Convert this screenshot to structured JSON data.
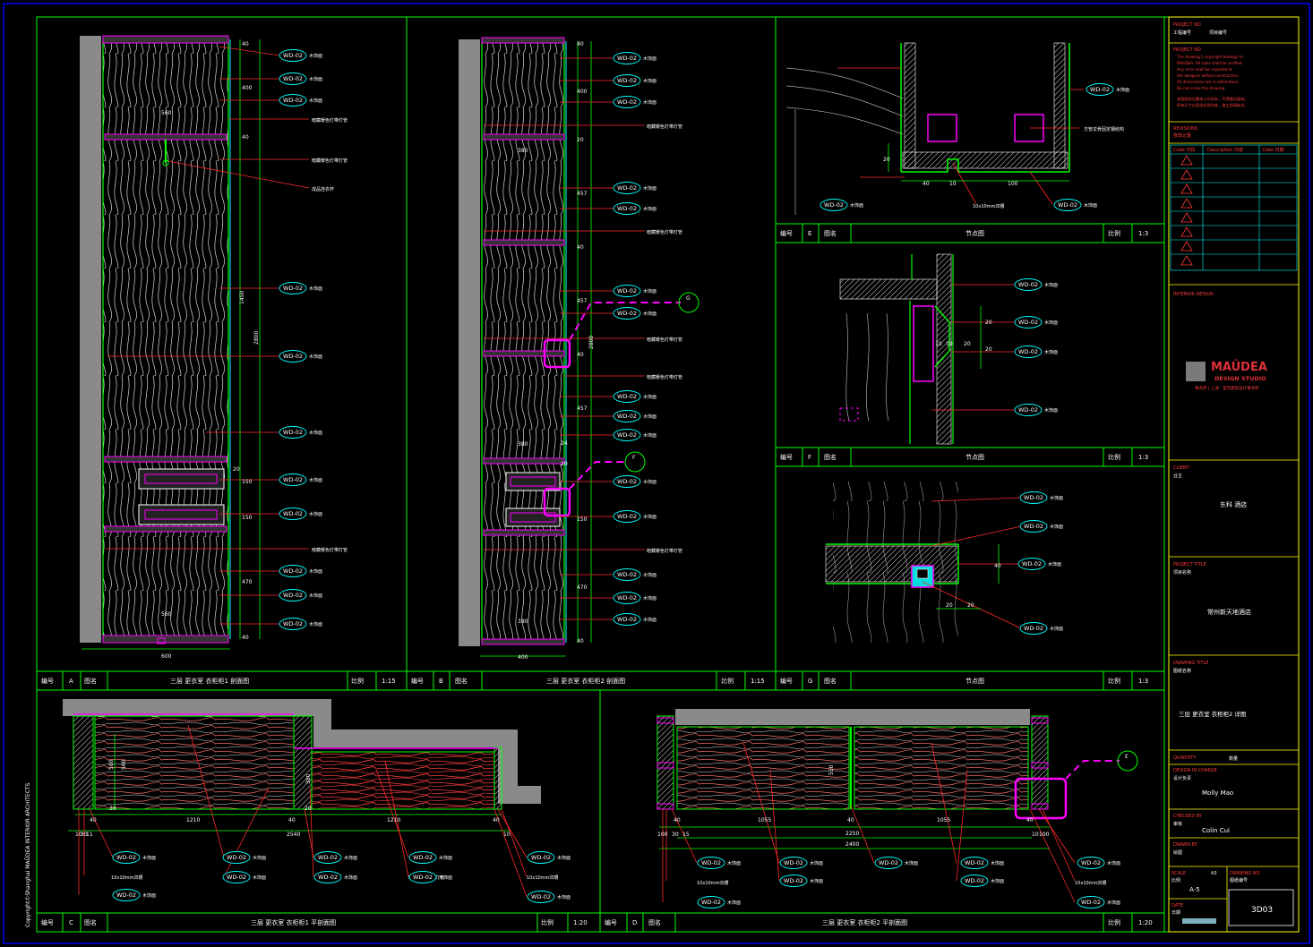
{
  "title_block": {
    "project_no_label": "PROJECT NO",
    "project_no_sub": "工程编号",
    "project_no_value": "项目编号",
    "notes_label": "PROJECT NO",
    "notes_lines": [
      "The drawing's copyright belongs to",
      "MAUDEA. All sizes shall be verified.",
      "Any error shall be reported to",
      "the designer before construction.",
      "All dimensions are in millimeters.",
      "Do not scale this drawing.",
      "本图版权归属本公司所有，不得擅自复制。",
      "所有尺寸以现场实测为准，施工前请核对。"
    ],
    "revision_label": "REVISIONS",
    "revision_sub": "修改记录",
    "rev_cols": [
      "Code 代码",
      "Description 内容",
      "Date 日期"
    ],
    "rev_rows": 8,
    "interior_label": "INTERIOR DESIGN",
    "logo_main": "MAÛDEA",
    "logo_sub": "DESIGN STUDIO",
    "logo_caption": "事务所 | 上海 · 室内建筑设计事务所",
    "client_label": "CLIENT",
    "client_sub": "业主",
    "client_value": "东科 酒店",
    "project_title_label": "PROJECT TITLE",
    "project_title_sub": "项目名称",
    "project_title_value": "常州新天地酒店",
    "drawing_title_label": "DRAWING TITLE",
    "drawing_title_sub": "图纸名称",
    "drawing_title_value": "三层 更衣室 衣柜柜2 详图",
    "quantity_label": "QUANTITY",
    "quantity_value": "数量",
    "designer_label": "DESIGN IN CHARGE",
    "designer_sub": "设计负责",
    "designer_value": "Molly Mao",
    "checked_label": "CHECKED BY",
    "checked_sub": "审核",
    "checked_value": "Colin Cui",
    "drawn_label": "DRAWN BY",
    "drawn_sub": "绘图",
    "scale_label": "SCALE",
    "scale_sub": "比例",
    "scale_a": "A3",
    "scale_value": "A-5",
    "drawing_no_label": "DRAWING NO",
    "drawing_no_sub": "图纸编号",
    "drawing_no_value": "3D03",
    "date_label": "DATE",
    "date_sub": "日期"
  },
  "panels": [
    {
      "code": "A",
      "title": "三层 更衣室 衣柜柜1 剖面图",
      "scale": "1:15"
    },
    {
      "code": "B",
      "title": "三层 更衣室 衣柜柜2 剖面图",
      "scale": "1:15"
    },
    {
      "code": "E",
      "title": "节点图",
      "scale": "1:3"
    },
    {
      "code": "F",
      "title": "节点图",
      "scale": "1:3"
    },
    {
      "code": "G",
      "title": "节点图",
      "scale": "1:3"
    },
    {
      "code": "C",
      "title": "三层 更衣室 衣柜柜1 平剖面图",
      "scale": "1:20"
    },
    {
      "code": "D",
      "title": "三层 更衣室 衣柜柜2 平剖面图",
      "scale": "1:20"
    }
  ],
  "panel_labels": {
    "no": "编号",
    "name": "图名",
    "scale": "比例"
  },
  "tags": {
    "wd": "WD-02",
    "wd_desc": "木饰面",
    "led": "暗藏暖色灯带灯管",
    "rod": "成品挂衣杆",
    "groove": "10x10mm凹槽",
    "steel": "方管龙骨固定钢结构",
    "groove2": "10x10mm凹槽"
  },
  "dims": {
    "a": [
      "40",
      "400",
      "40",
      "1450",
      "2800",
      "150",
      "150",
      "470",
      "40",
      "20",
      "560",
      "560",
      "600"
    ],
    "b": [
      "40",
      "400",
      "20",
      "457",
      "40",
      "457",
      "40",
      "457",
      "24",
      "20",
      "150",
      "470",
      "40",
      "380",
      "380",
      "380",
      "400",
      "2800"
    ],
    "e": [
      "40",
      "10",
      "100",
      "20"
    ],
    "f": [
      "20",
      "20",
      "20",
      "10",
      "10"
    ],
    "g": [
      "20",
      "20",
      "40"
    ],
    "c": [
      "10",
      "30",
      "11",
      "40",
      "1210",
      "40",
      "1210",
      "40",
      "10",
      "2540",
      "580",
      "560",
      "380",
      "20",
      "30"
    ],
    "d": [
      "40",
      "100",
      "30",
      "15",
      "1055",
      "40",
      "1055",
      "40",
      "10",
      "100",
      "2250",
      "2400",
      "550"
    ]
  },
  "callouts": {
    "g": "G",
    "f": "F",
    "e": "E"
  },
  "copyright": "Copyright©Shanghai MAÛDEA INTERIOR ARCHITECTS"
}
